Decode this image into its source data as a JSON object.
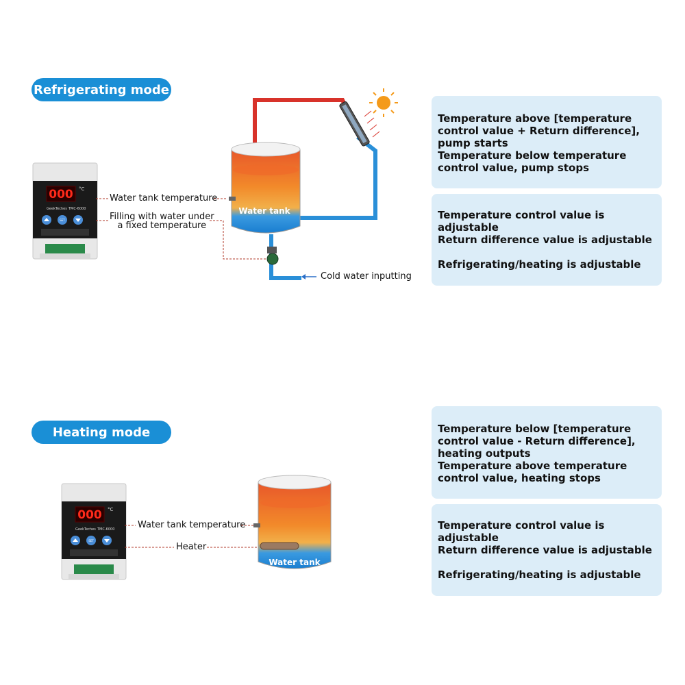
{
  "refrigerating": {
    "title": "Refrigerating mode",
    "controller": {
      "display": "000",
      "unit": "°C",
      "brand": "GeekTeches",
      "model": "TMC-6000",
      "set_label": "SET"
    },
    "labels": {
      "water_tank_temperature": "Water tank temperature",
      "filling_line1": "Filling with water under",
      "filling_line2": "a fixed temperature",
      "cold_water": "Cold water inputting",
      "water_tank": "Water tank"
    },
    "info_top": [
      "Temperature above [temperature control value + Return difference], pump starts",
      "Temperature below temperature control value, pump stops"
    ],
    "info_bottom": [
      "Temperature control value is adjustable",
      "Return difference value is adjustable",
      "Refrigerating/heating is adjustable"
    ]
  },
  "heating": {
    "title": "Heating mode",
    "controller": {
      "display": "000",
      "unit": "°C",
      "brand": "GeekTeches",
      "model": "TMC-6000",
      "set_label": "SET"
    },
    "labels": {
      "water_tank_temperature": "Water tank temperature",
      "heater": "Heater",
      "water_tank": "Water tank"
    },
    "info_top": [
      "Temperature below [temperature control value - Return difference], heating outputs",
      "Temperature above temperature control value, heating stops"
    ],
    "info_bottom": [
      "Temperature control value is adjustable",
      "Return difference value is adjustable",
      "Refrigerating/heating is adjustable"
    ]
  },
  "colors": {
    "accent": "#1a8fd6",
    "info_bg": "#dcedf8",
    "pipe_hot": "#d8322a",
    "pipe_cold": "#2a8fd8",
    "display": "#e0201c"
  }
}
